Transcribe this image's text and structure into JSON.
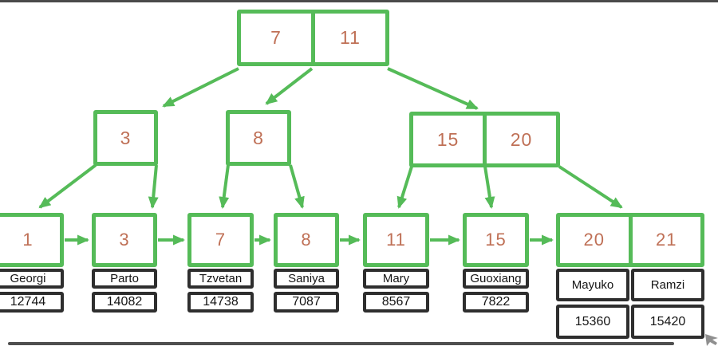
{
  "diagram_type": "b-plus-tree-index",
  "colors": {
    "node_border_green": "#55bb58",
    "key_text_orange": "#bf7056",
    "record_border_black": "#2e2e2e",
    "background": "#ffffff"
  },
  "root": {
    "keys": [
      "7",
      "11"
    ]
  },
  "internal_nodes": [
    {
      "keys": [
        "3"
      ]
    },
    {
      "keys": [
        "8"
      ]
    },
    {
      "keys": [
        "15",
        "20"
      ]
    }
  ],
  "leaves": [
    {
      "key": "1",
      "name": "Georgi",
      "value": "12744"
    },
    {
      "key": "3",
      "name": "Parto",
      "value": "14082"
    },
    {
      "key": "7",
      "name": "Tzvetan",
      "value": "14738"
    },
    {
      "key": "8",
      "name": "Saniya",
      "value": "7087"
    },
    {
      "key": "11",
      "name": "Mary",
      "value": "8567"
    },
    {
      "key": "15",
      "name": "Guoxiang",
      "value": "7822"
    },
    {
      "key": "20",
      "name": "Mayuko",
      "value": "15360"
    },
    {
      "key": "21",
      "name": "Ramzi",
      "value": "15420"
    }
  ]
}
